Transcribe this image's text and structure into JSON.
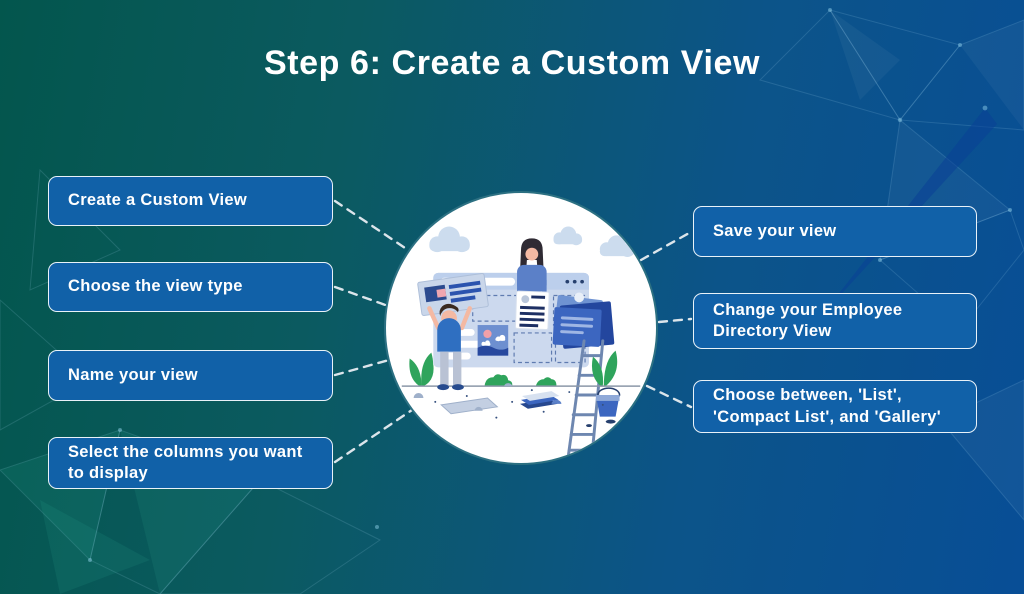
{
  "title": "Step 6: Create a Custom View",
  "left_boxes": [
    {
      "label": "Create a Custom View"
    },
    {
      "label": "Choose the view type"
    },
    {
      "label": "Name your view"
    },
    {
      "label": "Select the columns you want to display"
    }
  ],
  "right_boxes": [
    {
      "label": "Save your view"
    },
    {
      "label": "Change your Employee Directory View"
    },
    {
      "label": "Choose between, 'List', 'Compact List', and 'Gallery'"
    }
  ],
  "colors": {
    "background_left": "#03564d",
    "background_right": "#084e96",
    "box_fill": "#1161a8",
    "box_border": "#e9f2f9",
    "box_text": "#ffffff",
    "title_text": "#ffffff",
    "connector_dash": "#dce5eb",
    "circle_fill": "#ffffff",
    "circle_border": "#2c7082"
  }
}
